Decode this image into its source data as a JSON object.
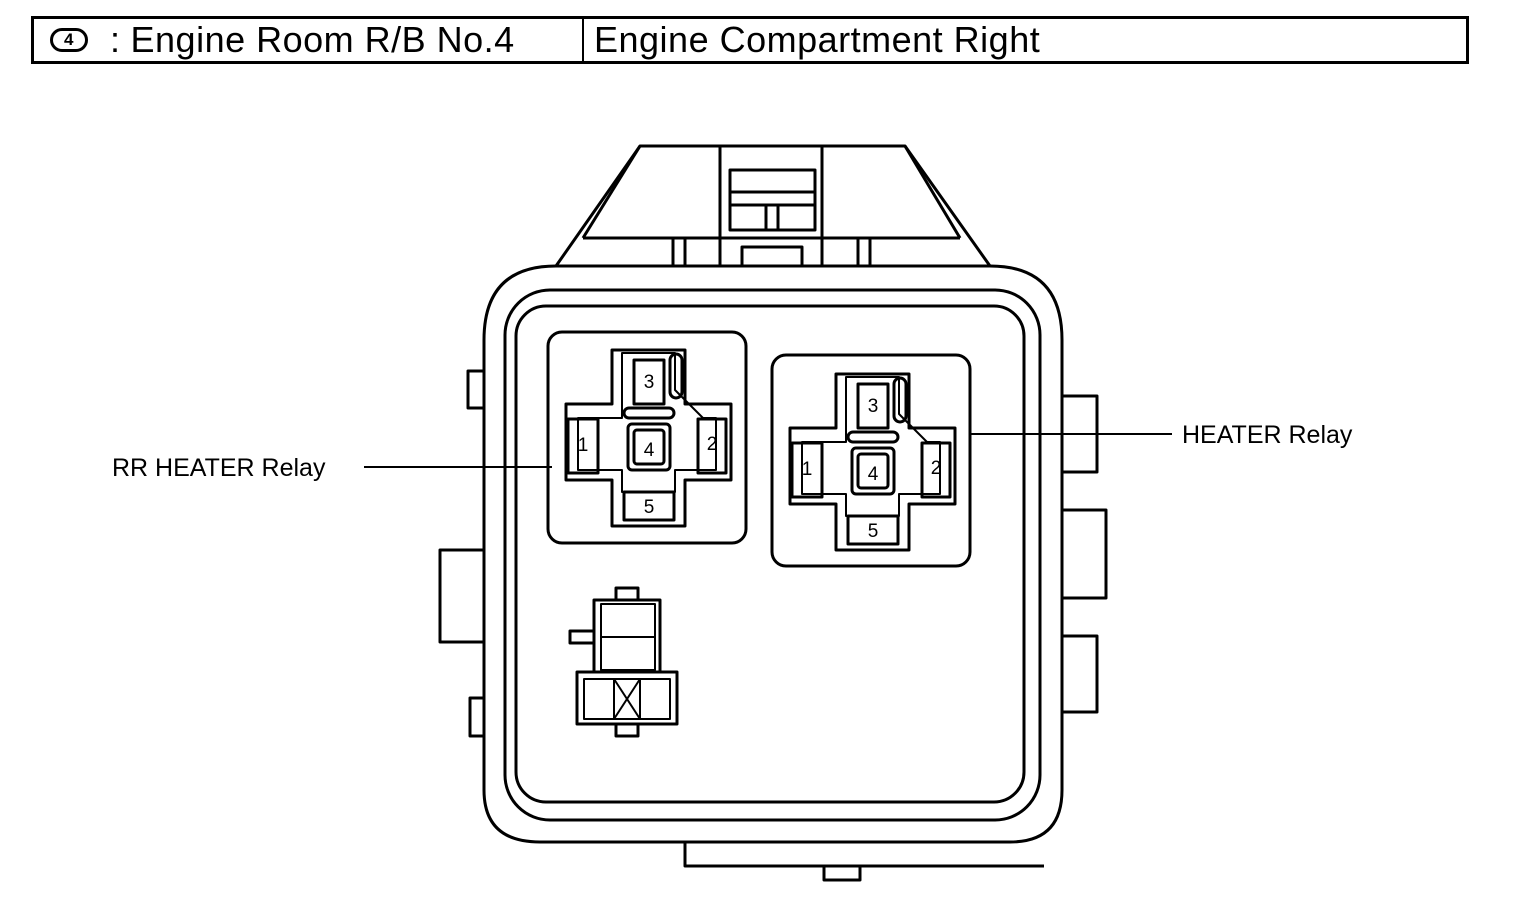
{
  "header": {
    "badge": "4",
    "separator": ":",
    "location_name": "Engine Room R/B No.4",
    "location_position": "Engine Compartment Right"
  },
  "callouts": {
    "rr_heater_relay": "RR HEATER Relay",
    "heater_relay": "HEATER Relay"
  },
  "relay_rr": {
    "pins": [
      "1",
      "2",
      "3",
      "4",
      "5"
    ]
  },
  "relay_heater": {
    "pins": [
      "1",
      "2",
      "3",
      "4",
      "5"
    ]
  }
}
